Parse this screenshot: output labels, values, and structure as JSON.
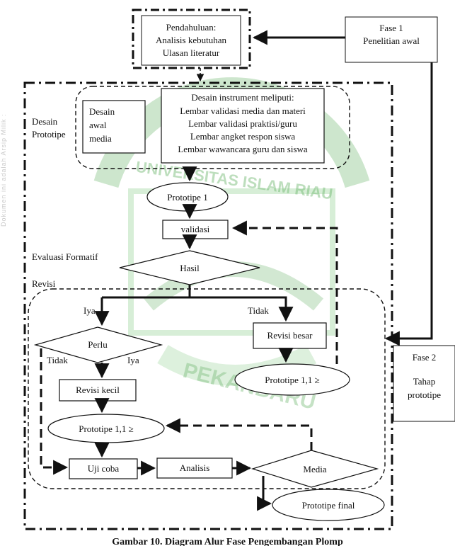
{
  "colors": {
    "ink": "#111111",
    "watermark": "#7fbf7f"
  },
  "watermark": {
    "text_top": "UNIVERSITAS ISLAM RIAU",
    "text_bottom": "PEKANBARU"
  },
  "side_vertical_text": "Dokumen ini adalah Arsip Milik :",
  "boxes": {
    "pendahuluan": [
      "Pendahuluan:",
      "Analisis kebutuhan",
      "Ulasan literatur"
    ],
    "fase1": [
      "Fase 1",
      "Penelitian awal"
    ],
    "desain_awal": [
      "Desain",
      "awal",
      "media"
    ],
    "instrumen": [
      "Desain instrument meliputi:",
      "Lembar validasi media dan materi",
      "Lembar validasi praktisi/guru",
      "Lembar angket respon siswa",
      "Lembar wawancara guru dan siswa"
    ],
    "prototipe1": "Prototipe 1",
    "validasi": "validasi",
    "hasil": "Hasil",
    "revisi_besar": "Revisi besar",
    "prototipe_besar": "Prototipe 1,1 ≥",
    "perlu": "Perlu",
    "revisi_kecil": "Revisi kecil",
    "prototipe_kecil": "Prototipe 1,1 ≥",
    "uji_coba": "Uji coba",
    "analisis": "Analisis",
    "media": "Media",
    "prototipe_final": "Prototipe final",
    "fase2": [
      "Fase 2",
      "Tahap",
      "prototipe"
    ]
  },
  "labels": {
    "desain_prototipe": [
      "Desain",
      "Prototipe"
    ],
    "evaluasi_formatif": "Evaluasi Formatif",
    "revisi": "Revisi",
    "iya_left": "Iya",
    "tidak_right": "Tidak",
    "tidak_perlu": "Tidak",
    "iya_perlu": "Iya"
  },
  "caption": "Gambar 10. Diagram Alur Fase Pengembangan Plomp"
}
